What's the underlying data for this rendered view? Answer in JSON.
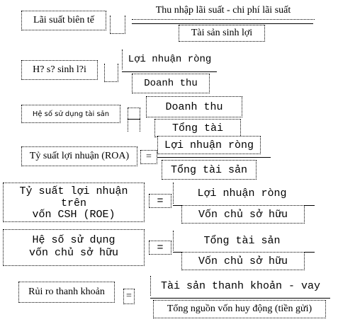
{
  "formulas": [
    {
      "label": "Lãi suất biên tế",
      "eq": "",
      "numerator": "Thu nhập lãi suất - chi phí lãi suất",
      "denominator": "Tài sản sinh lợi"
    },
    {
      "label": "H? s? sinh l?i",
      "eq": "",
      "numerator": "Lợi nhuận ròng",
      "denominator": "Doanh thu"
    },
    {
      "label": "Hệ số sử dụng tài sản",
      "eq": "",
      "numerator": "Doanh thu",
      "denominator": "Tổng tài"
    },
    {
      "label": "Tỷ suất lợi nhuận (ROA)",
      "eq": "=",
      "numerator": "Lợi nhuận ròng",
      "denominator": "Tổng tài sản"
    },
    {
      "label_lines": [
        "Tỷ suất lợi nhuận",
        "trên",
        "vốn CSH (ROE)"
      ],
      "eq": "=",
      "numerator": "Lợi nhuận ròng",
      "denominator": "Vốn chủ sở hữu"
    },
    {
      "label_lines": [
        "Hệ số sử dụng",
        "vốn chủ sở hữu"
      ],
      "eq": "=",
      "numerator": "Tổng tài sản",
      "denominator": "Vốn chủ sở hữu"
    },
    {
      "label": "Rủi ro thanh khoản",
      "eq": "=",
      "numerator": "Tài sản thanh khoản - vay",
      "denominator": "Tổng nguồn vốn huy động (tiền gửi)"
    }
  ]
}
